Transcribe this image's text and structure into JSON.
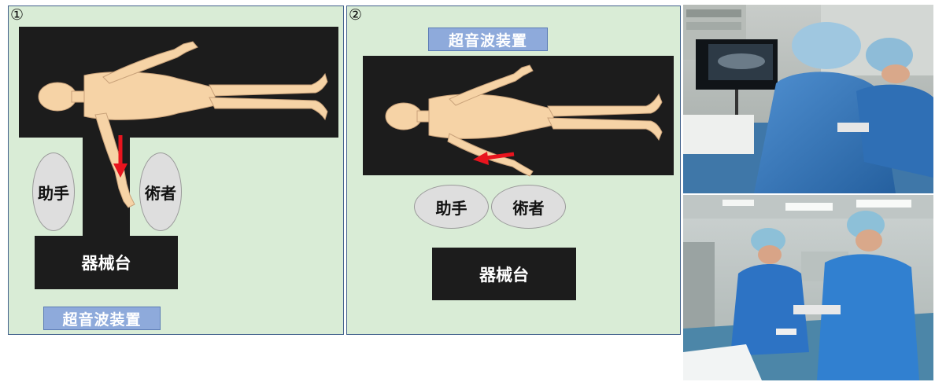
{
  "panel1": {
    "number": "①",
    "assistant_label": "助手",
    "surgeon_label": "術者",
    "instrument_table_label": "器械台",
    "ultrasound_label": "超音波装置"
  },
  "panel2": {
    "number": "②",
    "ultrasound_label": "超音波装置",
    "assistant_label": "助手",
    "surgeon_label": "術者",
    "instrument_table_label": "器械台"
  },
  "colors": {
    "panel_bg": "#d9ecd6",
    "table_black": "#1c1c1c",
    "skin": "#f6d3a6",
    "arrow": "#e8141e",
    "ultrasound_box": "#8eaadb",
    "oval_gray": "#dedede"
  },
  "photos": {
    "top": "operating-room-ultrasound-photo",
    "bottom": "operating-room-surgeons-photo"
  }
}
